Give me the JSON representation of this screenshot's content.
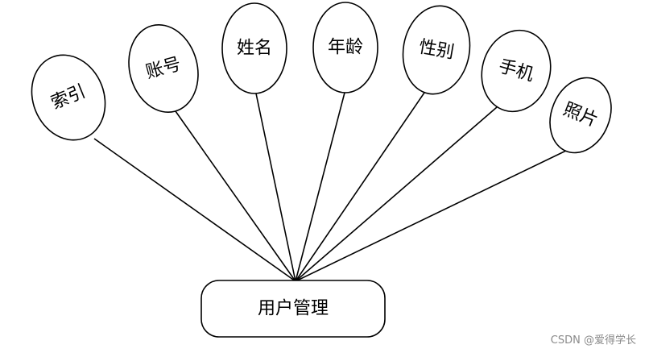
{
  "entity": {
    "label": "用户管理"
  },
  "attributes": [
    {
      "key": "index",
      "label": "索引"
    },
    {
      "key": "account",
      "label": "账号"
    },
    {
      "key": "name",
      "label": "姓名"
    },
    {
      "key": "age",
      "label": "年龄"
    },
    {
      "key": "gender",
      "label": "性别"
    },
    {
      "key": "phone",
      "label": "手机"
    },
    {
      "key": "photo",
      "label": "照片"
    }
  ],
  "watermark": "CSDN @爱得学长"
}
